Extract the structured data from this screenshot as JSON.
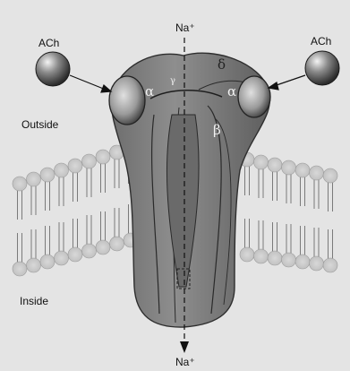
{
  "figure": {
    "labels": {
      "ach_left": "ACh",
      "ach_right": "ACh",
      "na_top": "Na⁺",
      "na_bottom": "Na⁺",
      "outside": "Outside",
      "inside": "Inside"
    },
    "subunits": {
      "alpha_left": "α",
      "alpha_right": "α",
      "gamma": "γ",
      "delta": "δ",
      "beta": "β"
    }
  }
}
